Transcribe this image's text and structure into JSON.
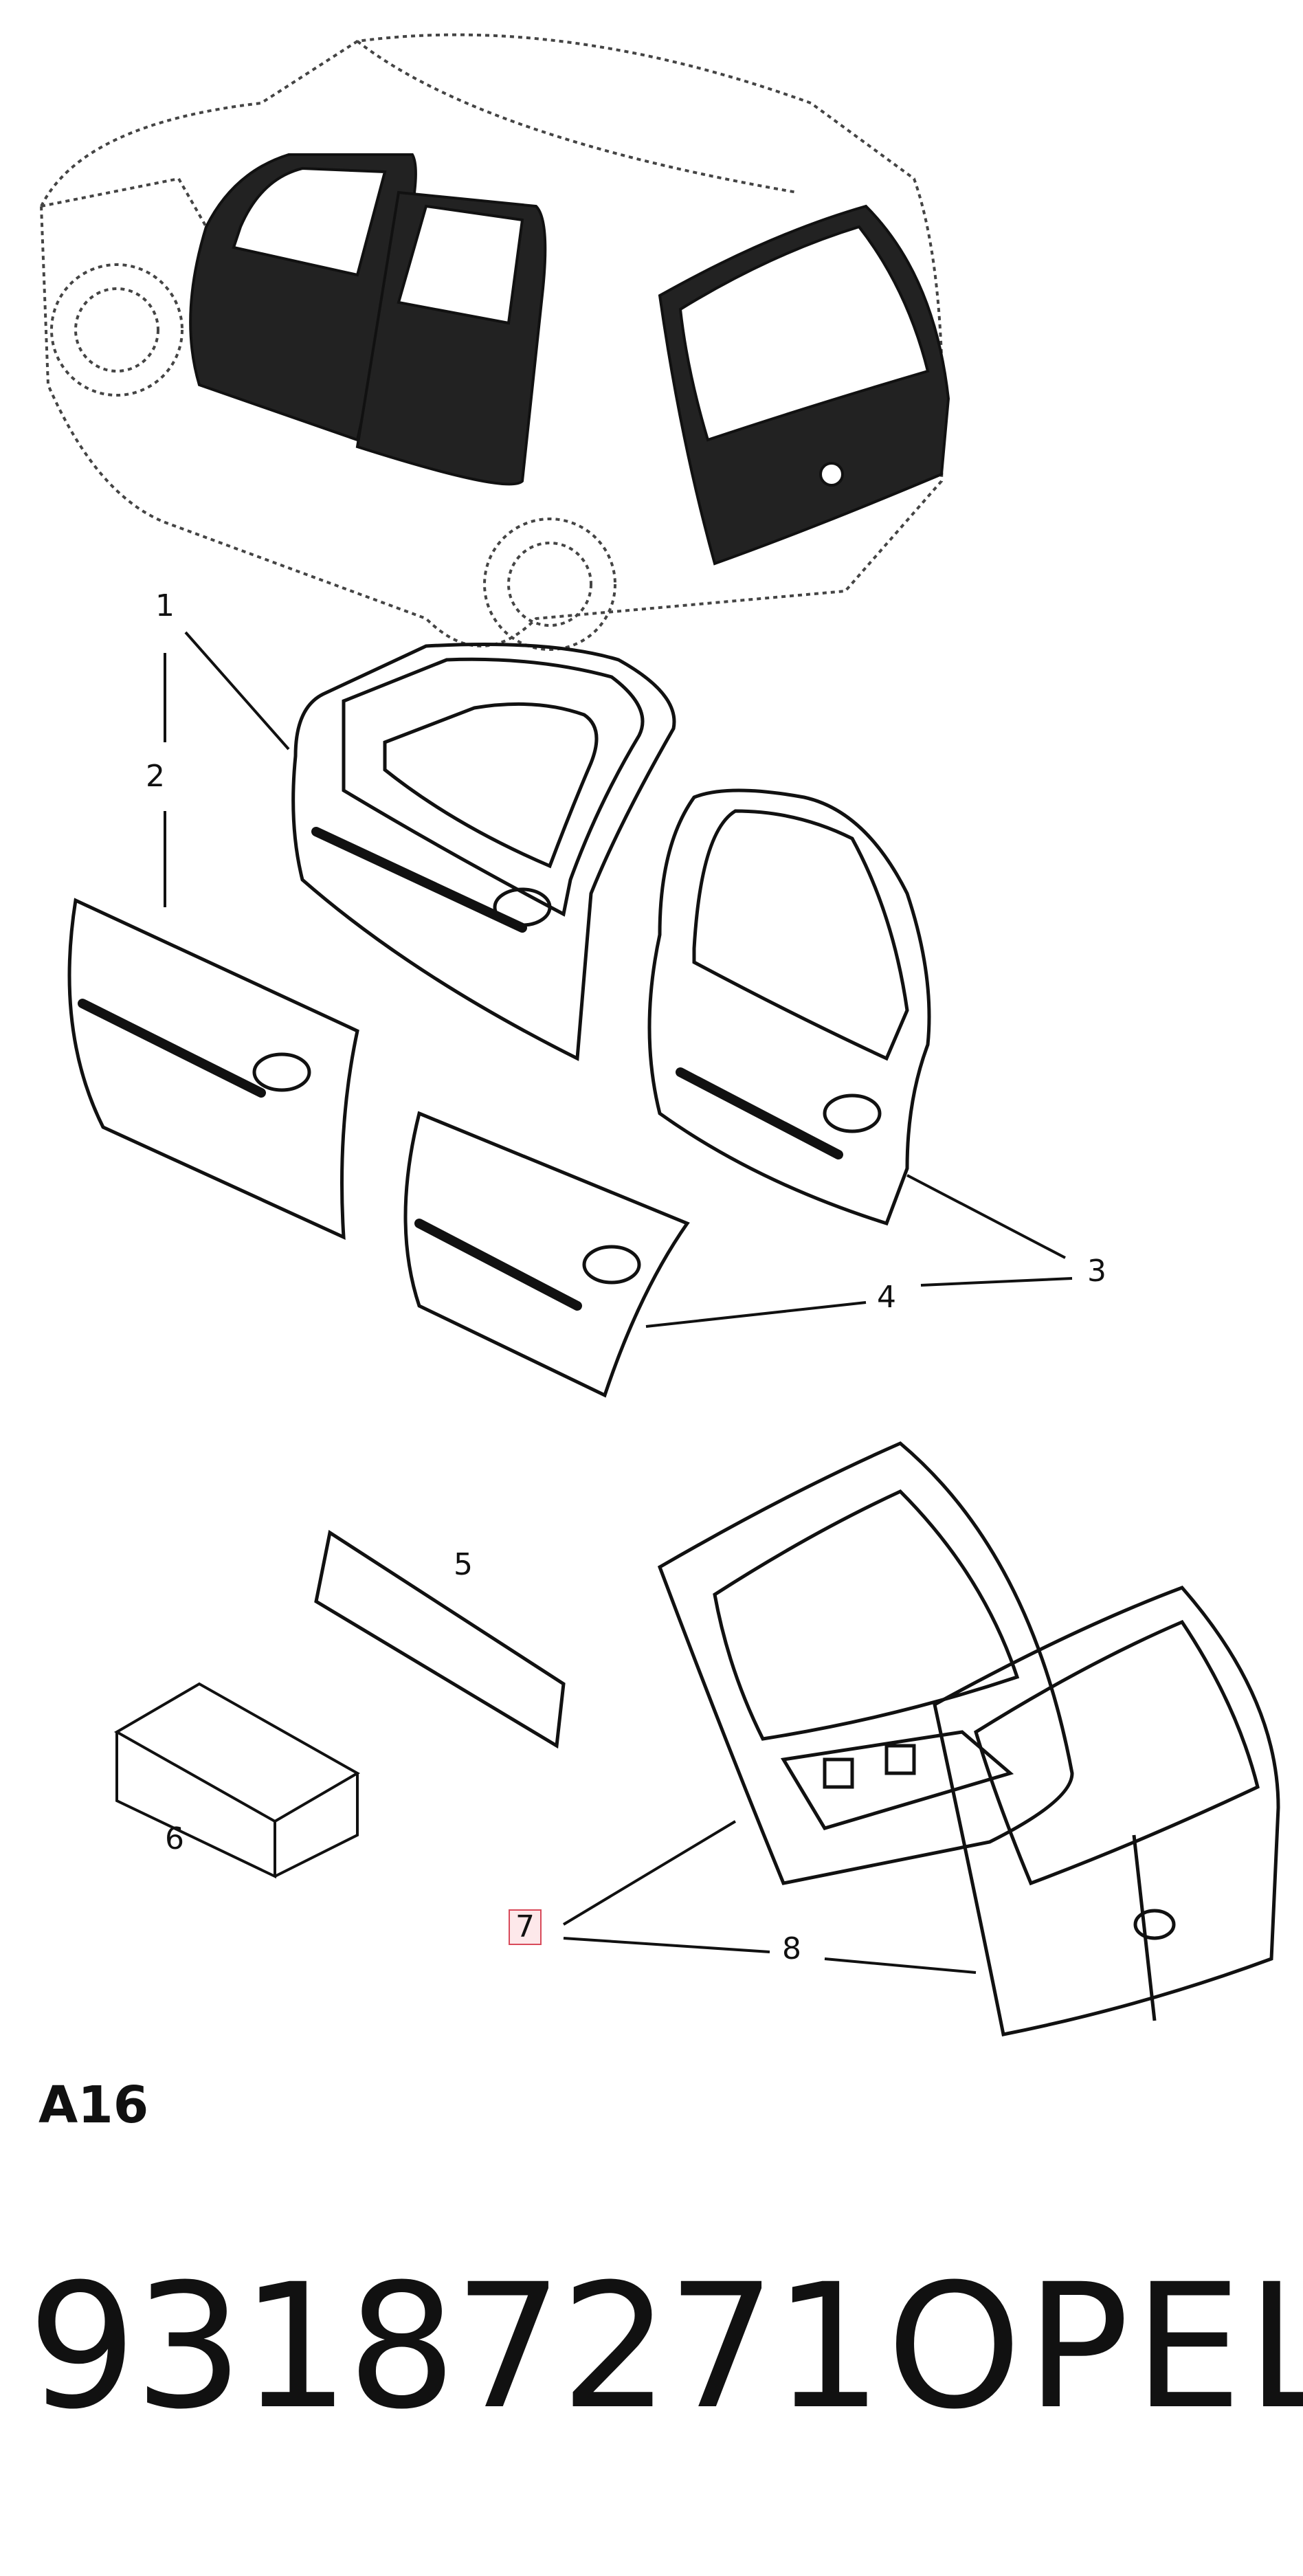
{
  "callouts": {
    "c1": "1",
    "c2": "2",
    "c3": "3",
    "c4": "4",
    "c5": "5",
    "c6": "6",
    "c7": "7",
    "c8": "8"
  },
  "highlighted_callout": "7",
  "section_code": "A16",
  "part_number": "93187271",
  "brand": "OPEL",
  "colors": {
    "line": "#111111",
    "highlight_border": "#d84a5a",
    "highlight_fill": "#fde8ea"
  }
}
